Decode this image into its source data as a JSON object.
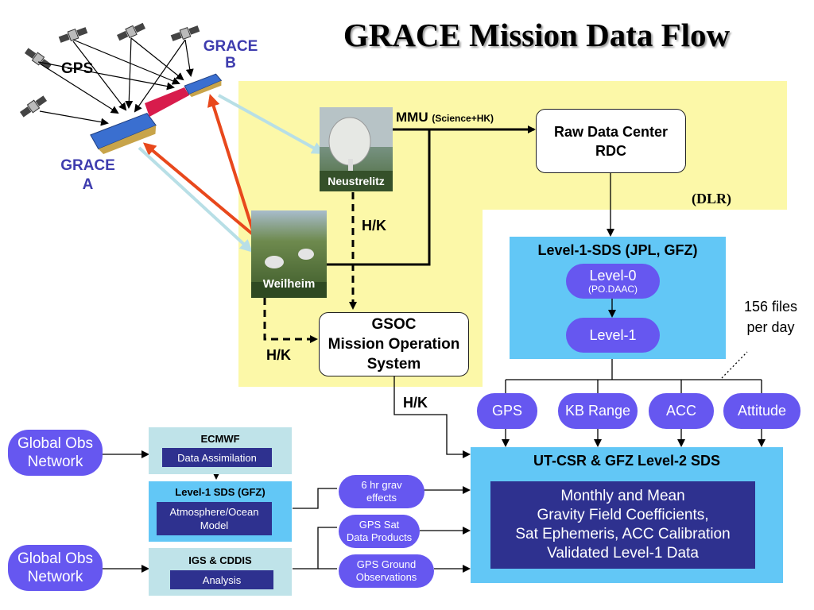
{
  "title": "GRACE Mission Data Flow",
  "satellites": {
    "gps_label": "GPS",
    "grace_b_line1": "GRACE",
    "grace_b_line2": "B",
    "grace_a_line1": "GRACE",
    "grace_a_line2": "A"
  },
  "dlr_region": {
    "label": "(DLR)",
    "neustrelitz": "Neustrelitz",
    "weilheim": "Weilheim",
    "mmu_label": "MMU",
    "mmu_sub": "(Science+HK)",
    "hk_label_1": "H/K",
    "hk_label_2": "H/K",
    "rdc": {
      "line1": "Raw Data Center",
      "line2": "RDC"
    },
    "gsoc": {
      "line1": "GSOC",
      "line2": "Mission Operation",
      "line3": "System"
    }
  },
  "hk_label_3": "H/K",
  "level1_sds": {
    "title": "Level-1-SDS (JPL, GFZ)",
    "level0": "Level-0",
    "level0_sub": "(PO.DAAC)",
    "level1": "Level-1"
  },
  "files_note": {
    "line1": "156 files",
    "line2": "per day"
  },
  "products": [
    "GPS",
    "KB Range",
    "ACC",
    "Attitude"
  ],
  "level2": {
    "title": "UT-CSR & GFZ Level-2 SDS",
    "body_lines": [
      "Monthly and Mean",
      "Gravity Field Coefficients,",
      "Sat Ephemeris, ACC Calibration",
      "Validated Level-1 Data"
    ]
  },
  "global_obs_1": {
    "line1": "Global Obs",
    "line2": "Network"
  },
  "global_obs_2": {
    "line1": "Global Obs",
    "line2": "Network"
  },
  "ecmwf": {
    "title": "ECMWF",
    "inner": "Data Assimilation"
  },
  "level1_gfz": {
    "title": "Level-1 SDS (GFZ)",
    "inner_line1": "Atmosphere/Ocean",
    "inner_line2": "Model"
  },
  "igs": {
    "title": "IGS & CDDIS",
    "inner": "Analysis"
  },
  "inputs": [
    {
      "line1": "6 hr grav",
      "line2": "effects"
    },
    {
      "line1": "GPS Sat",
      "line2": "Data Products"
    },
    {
      "line1": "GPS Ground",
      "line2": "Observations"
    }
  ],
  "colors": {
    "yellow": "#fcf8a8",
    "light_blue": "#62c7f6",
    "pill": "#6657f0",
    "navy": "#2e318f",
    "teal": "#bfe3e9",
    "red_arrow": "#e8481c",
    "light_arrow": "#b8dfe6"
  }
}
